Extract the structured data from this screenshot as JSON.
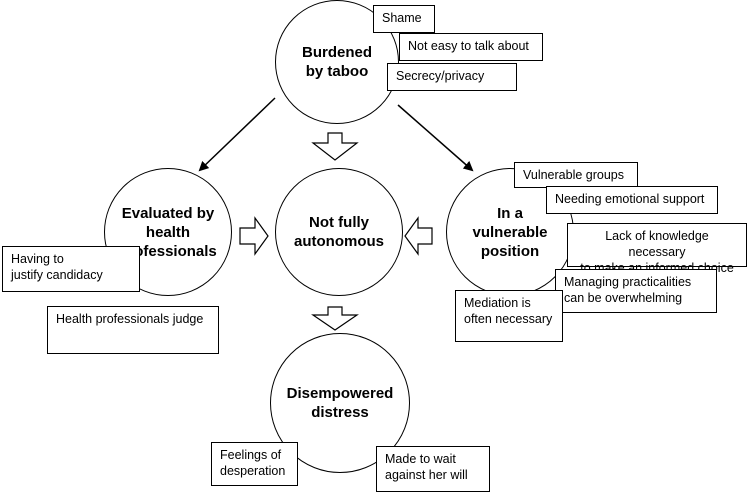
{
  "nodes": {
    "taboo": "Burdened\nby taboo",
    "evaluated": "Evaluated by\nhealth\nprofessionals",
    "autonomous": "Not fully\nautonomous",
    "vulnerable": "In a\nvulnerable\nposition",
    "disempowered": "Disempowered\ndistress"
  },
  "boxes": {
    "shame": "Shame",
    "not_easy": "Not easy to talk about",
    "secrecy": "Secrecy/privacy",
    "vulnerable_groups": "Vulnerable groups",
    "emotional_support": "Needing emotional support",
    "lack_knowledge": "Lack of knowledge necessary\nto make an informed choice",
    "practicalities": "Managing practicalities\ncan be overwhelming",
    "mediation": "Mediation is\noften necessary",
    "justify": "Having to\njustify candidacy",
    "judge": "Health professionals judge",
    "desperation": "Feelings of\ndesperation",
    "wait": "Made to wait\nagainst her will"
  }
}
